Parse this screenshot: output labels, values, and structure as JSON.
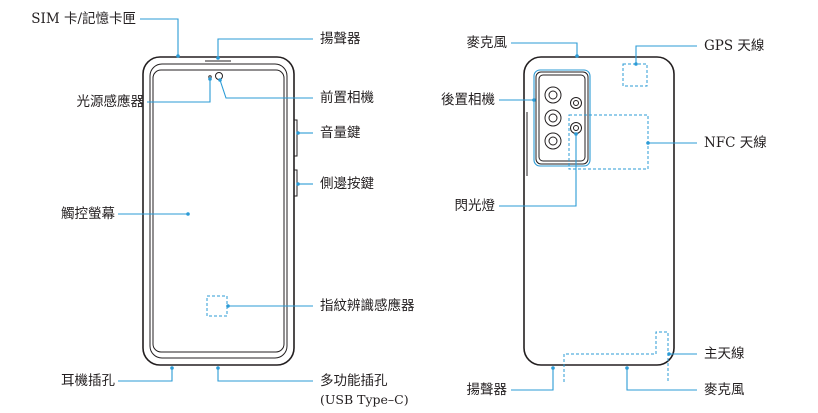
{
  "front_labels": {
    "sim_tray": "SIM 卡/記憶卡匣",
    "light_sensor": "光源感應器",
    "touchscreen": "觸控螢幕",
    "earphone_jack": "耳機插孔",
    "speaker": "揚聲器",
    "front_camera": "前置相機",
    "volume_key": "音量鍵",
    "side_key": "側邊按鍵",
    "fingerprint_sensor": "指紋辨識感應器",
    "multipurpose_jack": "多功能插孔",
    "multipurpose_jack_sub": "(USB Type–C)"
  },
  "back_labels": {
    "microphone_top": "麥克風",
    "rear_camera": "後置相機",
    "flash": "閃光燈",
    "speaker_bottom": "揚聲器",
    "gps_antenna": "GPS 天線",
    "nfc_antenna": "NFC 天線",
    "main_antenna": "主天線",
    "microphone_bottom": "麥克風"
  },
  "colors": {
    "leader_line": "#2b9bd6",
    "outline": "#231f20"
  }
}
